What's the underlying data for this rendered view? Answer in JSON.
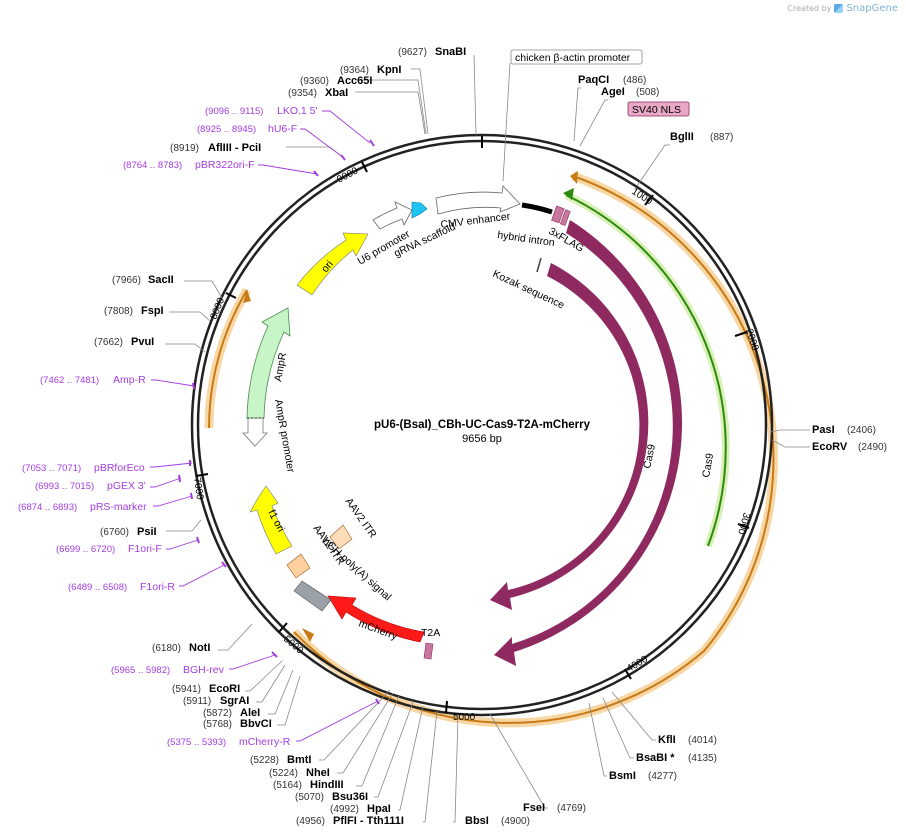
{
  "watermark": {
    "created_by": "Created by",
    "brand": "SnapGene"
  },
  "plasmid": {
    "name": "pU6-(BsaI)_CBh-UC-Cas9-T2A-mCherry",
    "length_label": "9656 bp"
  },
  "ring_ticks": [
    "1000",
    "2000",
    "3000",
    "4000",
    "5000",
    "7000",
    "8000",
    "9000"
  ],
  "restriction_sites": [
    {
      "name": "SnaBI",
      "pos": "(9627)"
    },
    {
      "name": "KpnI",
      "pos": "(9364)"
    },
    {
      "name": "Acc65I",
      "pos": "(9360)"
    },
    {
      "name": "XbaI",
      "pos": "(9354)"
    },
    {
      "name": "AflIII  - PciI",
      "pos": "(8919)"
    },
    {
      "name": "PaqCI",
      "pos": "(486)"
    },
    {
      "name": "AgeI",
      "pos": "(508)"
    },
    {
      "name": "BglII",
      "pos": "(887)"
    },
    {
      "name": "SacII",
      "pos": "(7966)"
    },
    {
      "name": "FspI",
      "pos": "(7808)"
    },
    {
      "name": "PvuI",
      "pos": "(7662)"
    },
    {
      "name": "PasI",
      "pos": "(2406)"
    },
    {
      "name": "EcoRV",
      "pos": "(2490)"
    },
    {
      "name": "PsiI",
      "pos": "(6760)"
    },
    {
      "name": "NotI",
      "pos": "(6180)"
    },
    {
      "name": "EcoRI",
      "pos": "(5941)"
    },
    {
      "name": "SgrAI",
      "pos": "(5911)"
    },
    {
      "name": "AleI",
      "pos": "(5872)"
    },
    {
      "name": "BbvCI",
      "pos": "(5768)"
    },
    {
      "name": "BmtI",
      "pos": "(5228)"
    },
    {
      "name": "NheI",
      "pos": "(5224)"
    },
    {
      "name": "HindIII",
      "pos": "(5164)"
    },
    {
      "name": "Bsu36I",
      "pos": "(5070)"
    },
    {
      "name": "HpaI",
      "pos": "(4992)"
    },
    {
      "name": "PflFI  - Tth111I",
      "pos": "(4956)"
    },
    {
      "name": "BbsI",
      "pos": "(4900)"
    },
    {
      "name": "FseI",
      "pos": "(4769)"
    },
    {
      "name": "KflI",
      "pos": "(4014)"
    },
    {
      "name": "BsaBI  *",
      "pos": "(4135)"
    },
    {
      "name": "BsmI",
      "pos": "(4277)"
    }
  ],
  "primers": [
    {
      "name": "LKO.1 5'",
      "pos": "(9096 .. 9115)"
    },
    {
      "name": "hU6-F",
      "pos": "(8925 .. 8945)"
    },
    {
      "name": "pBR322ori-F",
      "pos": "(8764 .. 8783)"
    },
    {
      "name": "Amp-R",
      "pos": "(7462 .. 7481)"
    },
    {
      "name": "pBRforEco",
      "pos": "(7053 .. 7071)"
    },
    {
      "name": "pGEX 3'",
      "pos": "(6993 .. 7015)"
    },
    {
      "name": "pRS-marker",
      "pos": "(6874 .. 6893)"
    },
    {
      "name": "F1ori-F",
      "pos": "(6699 .. 6720)"
    },
    {
      "name": "F1ori-R",
      "pos": "(6489 .. 6508)"
    },
    {
      "name": "BGH-rev",
      "pos": "(5965 .. 5982)"
    },
    {
      "name": "mCherry-R",
      "pos": "(5375 .. 5393)"
    }
  ],
  "features": {
    "chicken_actin_promoter": "chicken β-actin promoter",
    "sv40_nls": "SV40 NLS",
    "cmv_enhancer": "CMV enhancer",
    "hybrid_intron": "hybrid intron",
    "flag": "3xFLAG",
    "kozak": "Kozak sequence",
    "u6_promoter": "U6 promoter",
    "grna_scaffold": "gRNA scaffold",
    "ori": "ori",
    "ampr": "AmpR",
    "ampr_promoter": "AmpR promoter",
    "f1_ori": "f1 ori",
    "aav2_itr_top": "AAV2 ITR",
    "aav2_itr_bottom": "AAV2 ITR",
    "bgh_polya": "bGH poly(A) signal",
    "mcherry": "mCherry",
    "t2a": "T2A",
    "cas9_inner": "Cas9",
    "cas9_outer": "Cas9"
  },
  "colors": {
    "backbone": "#222222",
    "cas9": "#8e2a60",
    "mcherry": "#ff1a1a",
    "ori": "#ffff00",
    "ampr": "#c8f5c8",
    "u6_arrow": "#1fc4f2",
    "primer": "#a43ce0",
    "highlight": "#f5c98a",
    "orf_orange": "#c87a14",
    "orf_green": "#2e8a0c",
    "itr": "#ffd2a8",
    "sv40_fill": "#e9a8c6"
  }
}
